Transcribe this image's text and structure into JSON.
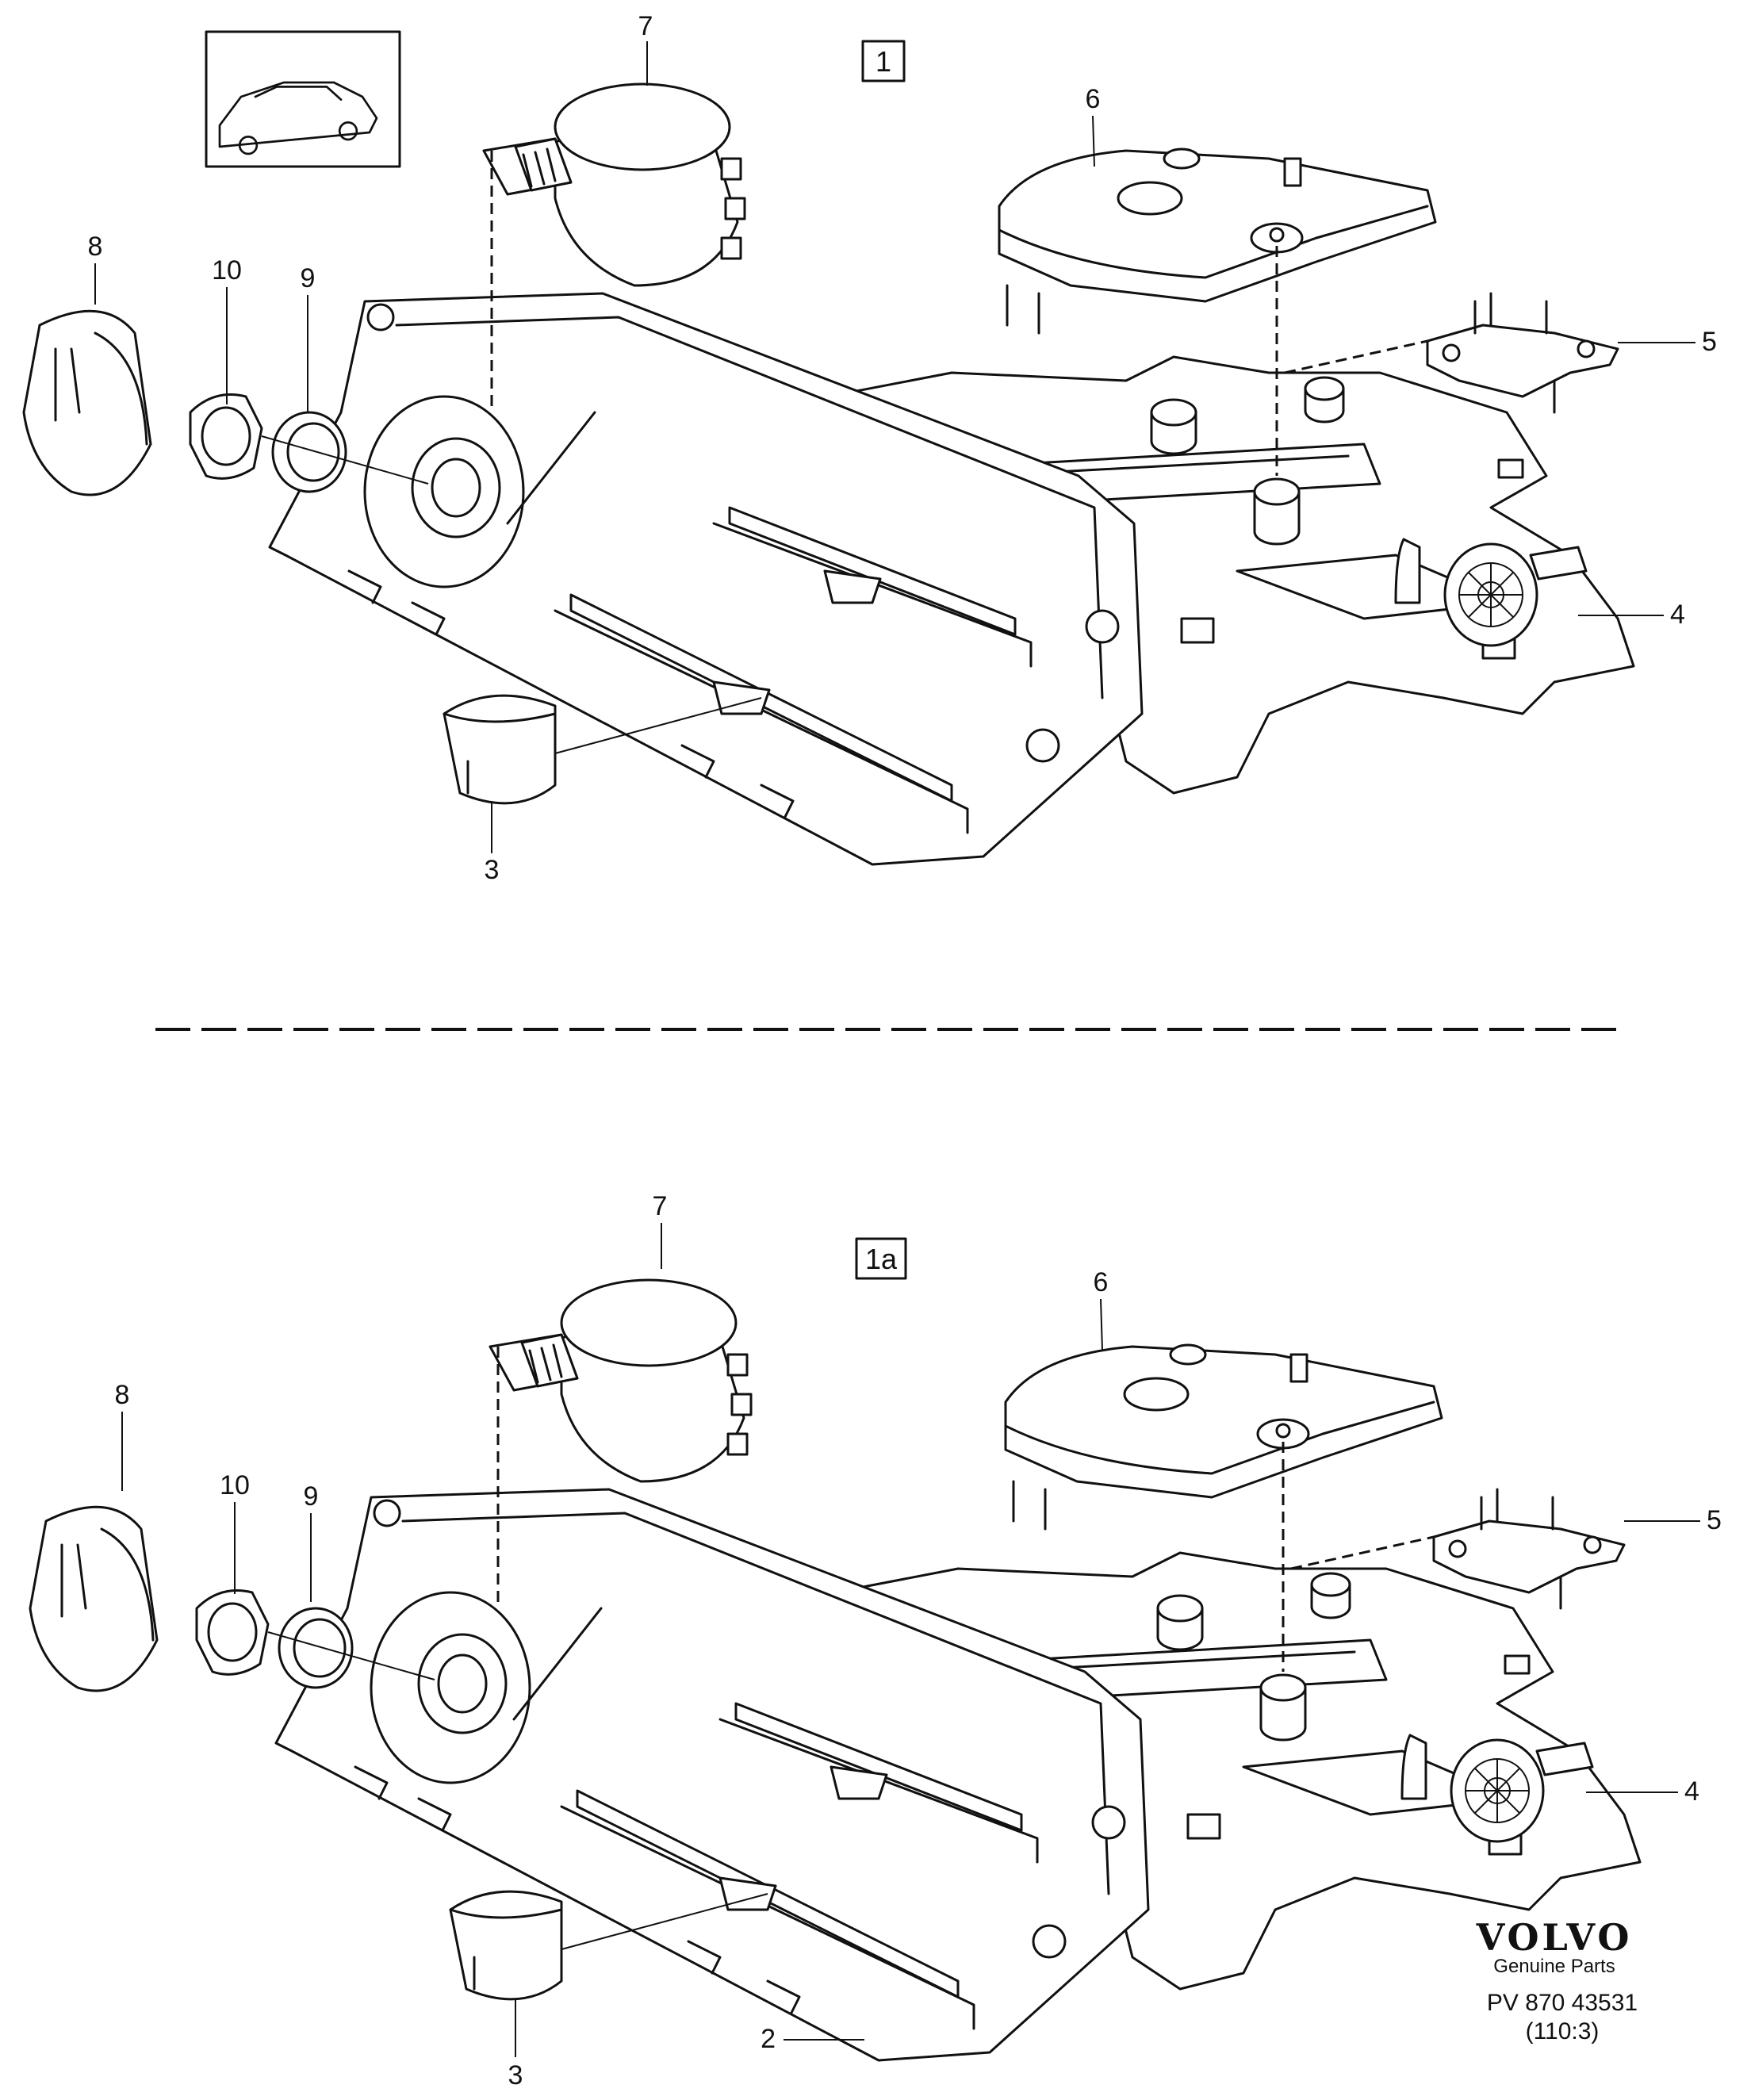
{
  "assemblies": [
    {
      "id": "upper",
      "box_label": "1",
      "callouts": {
        "c1": "7",
        "c2": "6",
        "c3": "8",
        "c4": "10",
        "c5": "9",
        "c6": "5",
        "c7": "4",
        "c8": "3"
      }
    },
    {
      "id": "lower",
      "box_label": "1a",
      "callouts": {
        "c1": "7",
        "c2": "6",
        "c3": "8",
        "c4": "10",
        "c5": "9",
        "c6": "5",
        "c7": "4",
        "c8": "3",
        "c9": "2"
      }
    }
  ],
  "brand": {
    "logo": "VOLVO",
    "tagline": "Genuine Parts",
    "part_number": "PV 870 43531",
    "code": "(110:3)"
  },
  "icons": [
    "car-thumbnail-icon"
  ]
}
